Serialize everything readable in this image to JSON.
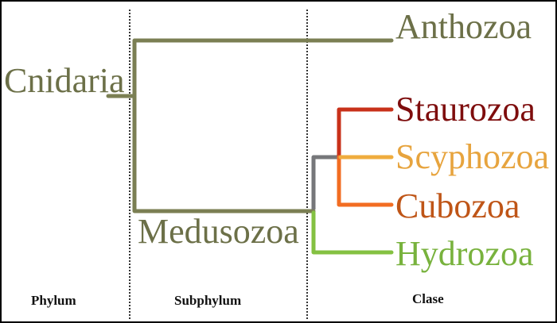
{
  "colors": {
    "olive": "#7b7f53",
    "olive_text": "#6c7048",
    "gray": "#76777a",
    "red": "#c8311a",
    "red_text": "#7e0d0d",
    "yellow": "#efac3e",
    "yellow_text": "#e7a43e",
    "orange": "#f26d22",
    "orange_text": "#bf5517",
    "green": "#84c142",
    "green_text": "#78b23d",
    "rank_text": "#111111",
    "divider": "#333333"
  },
  "tree": {
    "root": "Cnidaria",
    "subphylum_branch": "Medusozoa",
    "classes": [
      "Anthozoa",
      "Staurozoa",
      "Scyphozoa",
      "Cubozoa",
      "Hydrozoa"
    ]
  },
  "labels": {
    "cnidaria": "Cnidaria",
    "medusozoa": "Medusozoa",
    "anthozoa": "Anthozoa",
    "staurozoa": "Staurozoa",
    "scyphozoa": "Scyphozoa",
    "cubozoa": "Cubozoa",
    "hydrozoa": "Hydrozoa"
  },
  "ranks": {
    "phylum": "Phylum",
    "subphylum": "Subphylum",
    "clase": "Clase"
  }
}
